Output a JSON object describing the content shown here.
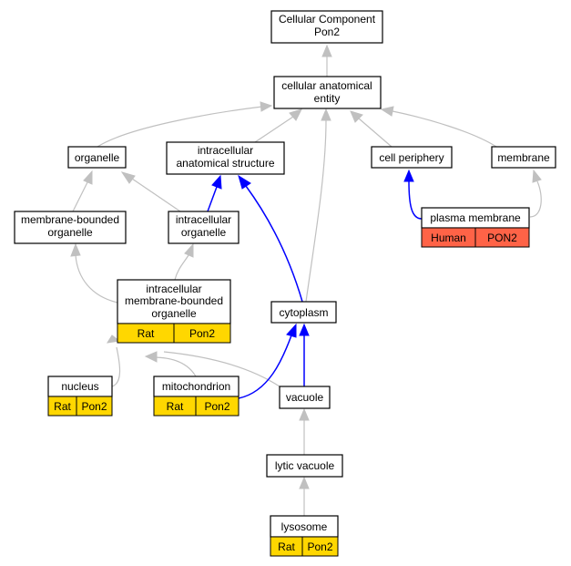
{
  "colors": {
    "rat_annotation": "#FFD700",
    "human_annotation": "#FF6347",
    "is_a_edge": "#c0c0c0",
    "part_of_edge": "#0000ff",
    "node_border": "#000000"
  },
  "nodes": {
    "root": {
      "line1": "Cellular Component",
      "line2": "Pon2"
    },
    "cellular_anatomical_entity": {
      "line1": "cellular anatomical",
      "line2": "entity"
    },
    "organelle": {
      "label": "organelle"
    },
    "intracellular_anatomical_structure": {
      "line1": "intracellular",
      "line2": "anatomical structure"
    },
    "cell_periphery": {
      "label": "cell periphery"
    },
    "membrane": {
      "label": "membrane"
    },
    "membrane_bounded_organelle": {
      "line1": "membrane-bounded",
      "line2": "organelle"
    },
    "intracellular_organelle": {
      "line1": "intracellular",
      "line2": "organelle"
    },
    "plasma_membrane": {
      "label": "plasma membrane",
      "species": "Human",
      "gene": "PON2"
    },
    "intracellular_membrane_bounded_organelle": {
      "line1": "intracellular",
      "line2": "membrane-bounded",
      "line3": "organelle",
      "species": "Rat",
      "gene": "Pon2"
    },
    "cytoplasm": {
      "label": "cytoplasm"
    },
    "nucleus": {
      "label": "nucleus",
      "species": "Rat",
      "gene": "Pon2"
    },
    "mitochondrion": {
      "label": "mitochondrion",
      "species": "Rat",
      "gene": "Pon2"
    },
    "vacuole": {
      "label": "vacuole"
    },
    "lytic_vacuole": {
      "label": "lytic vacuole"
    },
    "lysosome": {
      "label": "lysosome",
      "species": "Rat",
      "gene": "Pon2"
    }
  }
}
